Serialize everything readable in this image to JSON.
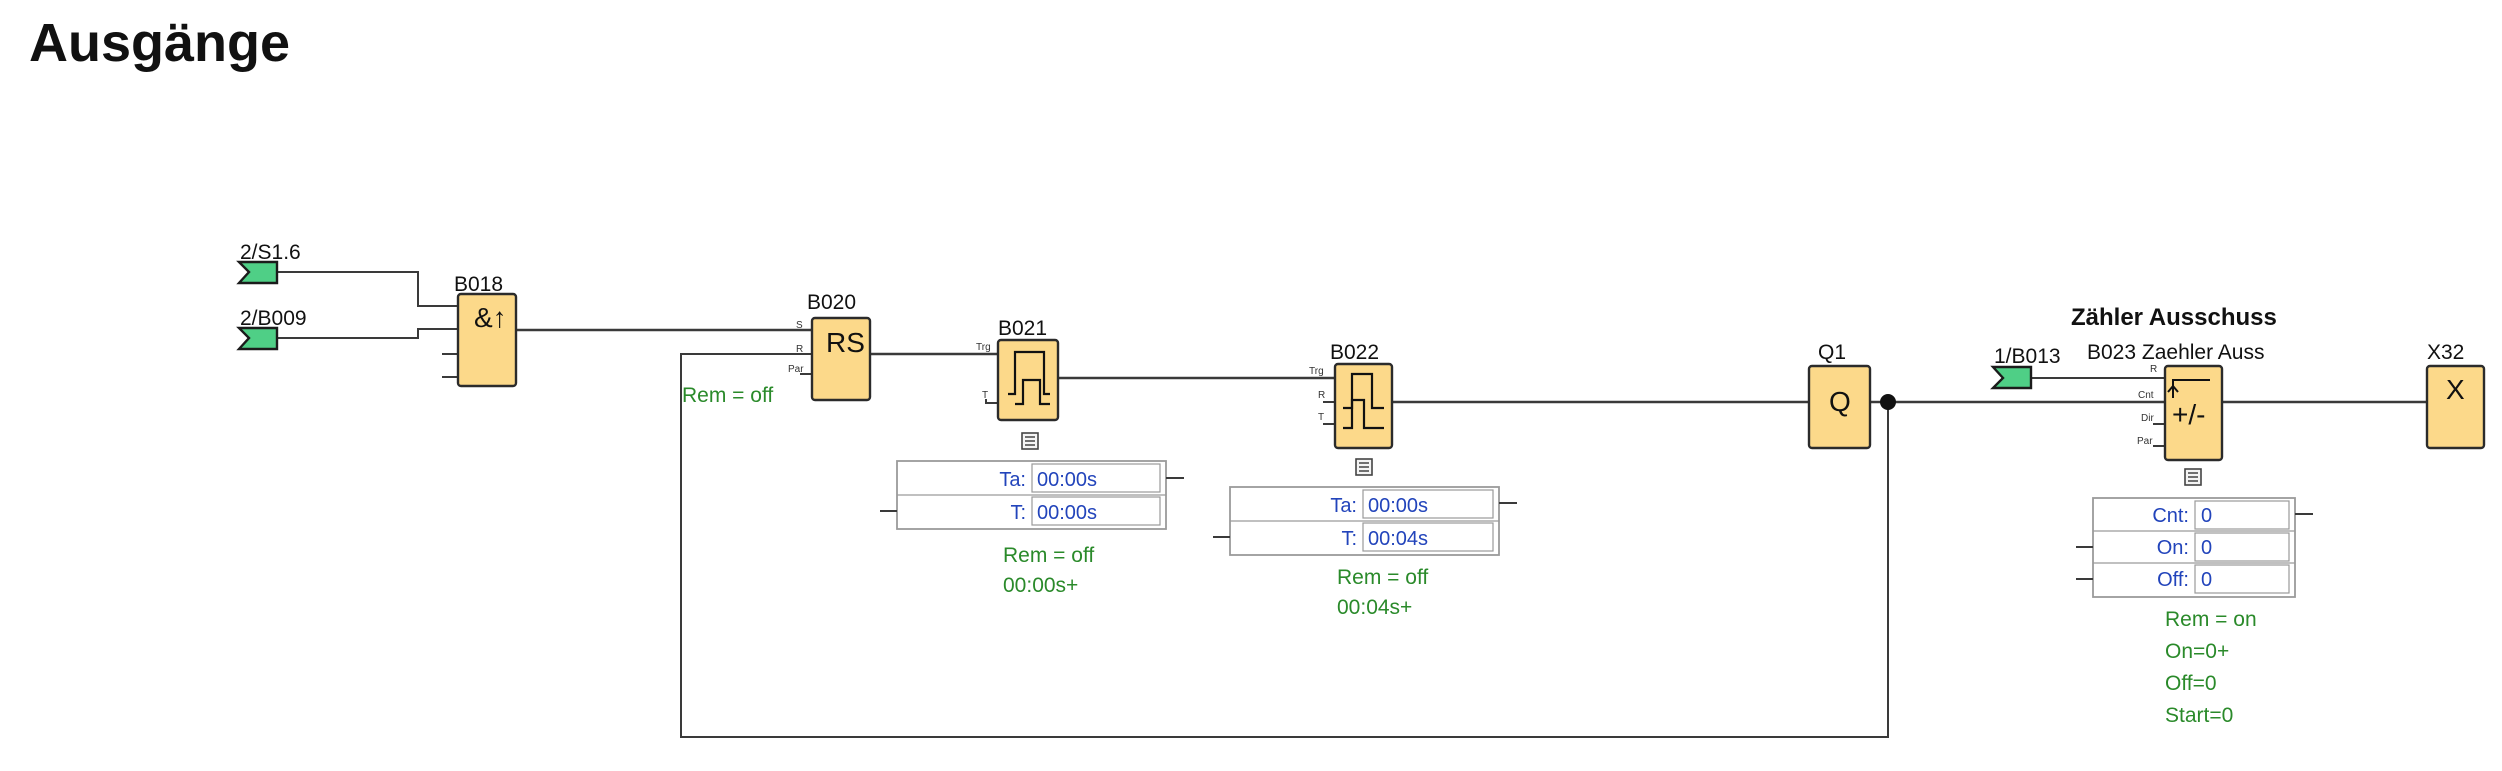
{
  "page": {
    "title": "Ausgänge"
  },
  "comment": {
    "text": "Zähler Ausschuss"
  },
  "inputs": {
    "s16": {
      "label": "2/S1.6"
    },
    "b009": {
      "label": "2/B009"
    },
    "b013": {
      "label": "1/B013"
    }
  },
  "blocks": {
    "b018": {
      "name": "B018",
      "symbol": "&↑"
    },
    "b020": {
      "name": "B020",
      "symbol": "RS",
      "pins": [
        "S",
        "R",
        "Par"
      ],
      "rem": "Rem = off"
    },
    "b021": {
      "name": "B021",
      "pins": [
        "Trg",
        "T"
      ],
      "params": [
        [
          "Ta:",
          "00:00s"
        ],
        [
          "T:",
          "00:00s"
        ]
      ],
      "rem": "Rem = off",
      "time": "00:00s+"
    },
    "b022": {
      "name": "B022",
      "pins": [
        "Trg",
        "R",
        "T"
      ],
      "params": [
        [
          "Ta:",
          "00:00s"
        ],
        [
          "T:",
          "00:04s"
        ]
      ],
      "rem": "Rem = off",
      "time": "00:04s+"
    },
    "q1": {
      "name": "Q1",
      "symbol": "Q"
    },
    "b023": {
      "name": "B023 Zaehler Auss",
      "symbol": "+/-",
      "pins": [
        "R",
        "Cnt",
        "Dir",
        "Par"
      ],
      "params": [
        [
          "Cnt:",
          "0"
        ],
        [
          "On:",
          "0"
        ],
        [
          "Off:",
          "0"
        ]
      ],
      "rem": "Rem = on",
      "info": [
        "On=0+",
        "Off=0",
        "Start=0"
      ]
    },
    "x32": {
      "name": "X32",
      "symbol": "X"
    }
  }
}
